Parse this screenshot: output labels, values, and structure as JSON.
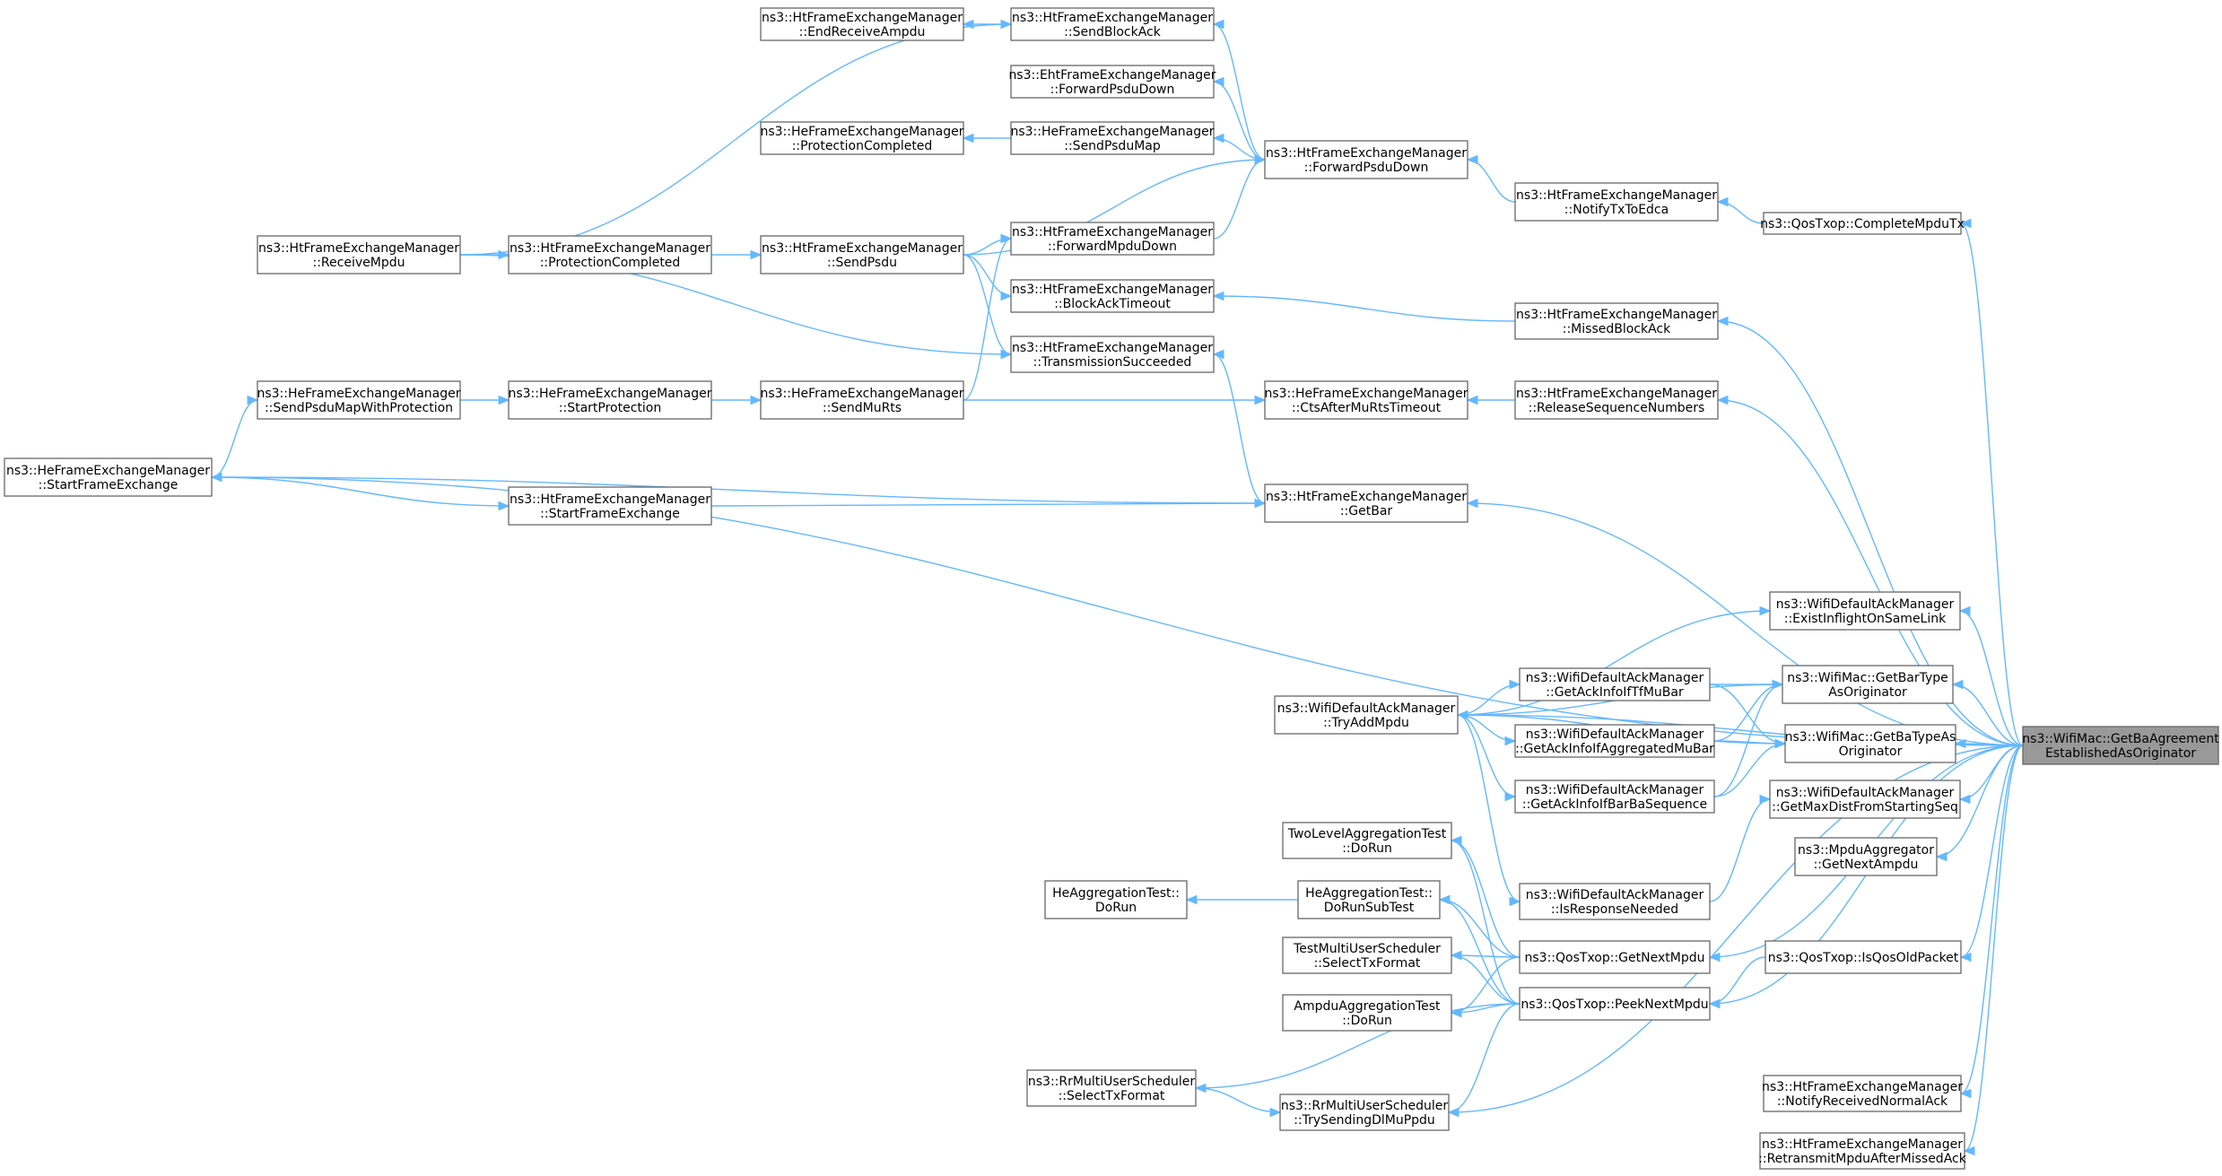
{
  "nodes": [
    {
      "id": "t",
      "lines": [
        "ns3::WifiMac::GetBaAgreement",
        "EstablishedAsOriginator"
      ],
      "target": true
    },
    {
      "id": "a1",
      "lines": [
        "ns3::HtFrameExchangeManager",
        "::EndReceiveAmpdu"
      ]
    },
    {
      "id": "a2",
      "lines": [
        "ns3::HtFrameExchangeManager",
        "::SendBlockAck"
      ]
    },
    {
      "id": "a3",
      "lines": [
        "ns3::EhtFrameExchangeManager",
        "::ForwardPsduDown"
      ]
    },
    {
      "id": "a4",
      "lines": [
        "ns3::HeFrameExchangeManager",
        "::ProtectionCompleted"
      ]
    },
    {
      "id": "a5",
      "lines": [
        "ns3::HeFrameExchangeManager",
        "::SendPsduMap"
      ]
    },
    {
      "id": "a6",
      "lines": [
        "ns3::HtFrameExchangeManager",
        "::ForwardPsduDown"
      ]
    },
    {
      "id": "a7",
      "lines": [
        "ns3::HtFrameExchangeManager",
        "::NotifyTxToEdca"
      ]
    },
    {
      "id": "a8",
      "lines": [
        "ns3::QosTxop::CompleteMpduTx"
      ]
    },
    {
      "id": "a9",
      "lines": [
        "ns3::HtFrameExchangeManager",
        "::ReceiveMpdu"
      ]
    },
    {
      "id": "a10",
      "lines": [
        "ns3::HtFrameExchangeManager",
        "::ProtectionCompleted"
      ]
    },
    {
      "id": "a11",
      "lines": [
        "ns3::HtFrameExchangeManager",
        "::SendPsdu"
      ]
    },
    {
      "id": "a12",
      "lines": [
        "ns3::HtFrameExchangeManager",
        "::ForwardMpduDown"
      ]
    },
    {
      "id": "a13",
      "lines": [
        "ns3::HtFrameExchangeManager",
        "::BlockAckTimeout"
      ]
    },
    {
      "id": "a14",
      "lines": [
        "ns3::HtFrameExchangeManager",
        "::MissedBlockAck"
      ]
    },
    {
      "id": "a15",
      "lines": [
        "ns3::HtFrameExchangeManager",
        "::TransmissionSucceeded"
      ]
    },
    {
      "id": "a16",
      "lines": [
        "ns3::HeFrameExchangeManager",
        "::SendPsduMapWithProtection"
      ]
    },
    {
      "id": "a17",
      "lines": [
        "ns3::HeFrameExchangeManager",
        "::StartProtection"
      ]
    },
    {
      "id": "a18",
      "lines": [
        "ns3::HeFrameExchangeManager",
        "::SendMuRts"
      ]
    },
    {
      "id": "a19",
      "lines": [
        "ns3::HeFrameExchangeManager",
        "::CtsAfterMuRtsTimeout"
      ]
    },
    {
      "id": "a20",
      "lines": [
        "ns3::HtFrameExchangeManager",
        "::ReleaseSequenceNumbers"
      ]
    },
    {
      "id": "a21",
      "lines": [
        "ns3::HeFrameExchangeManager",
        "::StartFrameExchange"
      ]
    },
    {
      "id": "a22",
      "lines": [
        "ns3::HtFrameExchangeManager",
        "::StartFrameExchange"
      ]
    },
    {
      "id": "a23",
      "lines": [
        "ns3::HtFrameExchangeManager",
        "::GetBar"
      ]
    },
    {
      "id": "b1",
      "lines": [
        "ns3::WifiDefaultAckManager",
        "::ExistInflightOnSameLink"
      ]
    },
    {
      "id": "b2",
      "lines": [
        "ns3::WifiMac::GetBarType",
        "AsOriginator"
      ]
    },
    {
      "id": "b3",
      "lines": [
        "ns3::WifiDefaultAckManager",
        "::GetAckInfoIfTfMuBar"
      ]
    },
    {
      "id": "b4",
      "lines": [
        "ns3::WifiDefaultAckManager",
        "::TryAddMpdu"
      ]
    },
    {
      "id": "b5",
      "lines": [
        "ns3::WifiDefaultAckManager",
        "::GetAckInfoIfAggregatedMuBar"
      ]
    },
    {
      "id": "b6",
      "lines": [
        "ns3::WifiMac::GetBaTypeAs",
        "Originator"
      ]
    },
    {
      "id": "b7",
      "lines": [
        "ns3::WifiDefaultAckManager",
        "::GetAckInfoIfBarBaSequence"
      ]
    },
    {
      "id": "b8",
      "lines": [
        "ns3::WifiDefaultAckManager",
        "::GetMaxDistFromStartingSeq"
      ]
    },
    {
      "id": "b9",
      "lines": [
        "ns3::MpduAggregator",
        "::GetNextAmpdu"
      ]
    },
    {
      "id": "c1",
      "lines": [
        "TwoLevelAggregationTest",
        "::DoRun"
      ]
    },
    {
      "id": "c2",
      "lines": [
        "ns3::WifiDefaultAckManager",
        "::IsResponseNeeded"
      ]
    },
    {
      "id": "c3",
      "lines": [
        "HeAggregationTest::",
        "DoRun"
      ]
    },
    {
      "id": "c4",
      "lines": [
        "HeAggregationTest::",
        "DoRunSubTest"
      ]
    },
    {
      "id": "c5",
      "lines": [
        "ns3::QosTxop::GetNextMpdu"
      ]
    },
    {
      "id": "c6",
      "lines": [
        "TestMultiUserScheduler",
        "::SelectTxFormat"
      ]
    },
    {
      "id": "c7",
      "lines": [
        "ns3::QosTxop::IsQosOldPacket"
      ]
    },
    {
      "id": "c8",
      "lines": [
        "AmpduAggregationTest",
        "::DoRun"
      ]
    },
    {
      "id": "c9",
      "lines": [
        "ns3::QosTxop::PeekNextMpdu"
      ]
    },
    {
      "id": "c10",
      "lines": [
        "ns3::RrMultiUserScheduler",
        "::SelectTxFormat"
      ]
    },
    {
      "id": "c11",
      "lines": [
        "ns3::RrMultiUserScheduler",
        "::TrySendingDlMuPpdu"
      ]
    },
    {
      "id": "c12",
      "lines": [
        "ns3::HtFrameExchangeManager",
        "::NotifyReceivedNormalAck"
      ]
    },
    {
      "id": "c13",
      "lines": [
        "ns3::HtFrameExchangeManager",
        "::RetransmitMpduAfterMissedAck"
      ]
    }
  ],
  "edges": [
    [
      "a1",
      "a2"
    ],
    [
      "a2",
      "a9"
    ],
    [
      "a2",
      "a6"
    ],
    [
      "a3",
      "a6"
    ],
    [
      "a4",
      "a5"
    ],
    [
      "a5",
      "a6"
    ],
    [
      "a6",
      "a11"
    ],
    [
      "a6",
      "a12"
    ],
    [
      "a6",
      "a7"
    ],
    [
      "a7",
      "a8"
    ],
    [
      "a8",
      "t"
    ],
    [
      "a10",
      "a9"
    ],
    [
      "a11",
      "a10"
    ],
    [
      "a12",
      "a11"
    ],
    [
      "a12",
      "a18"
    ],
    [
      "a13",
      "a11"
    ],
    [
      "a13",
      "a14"
    ],
    [
      "a14",
      "t"
    ],
    [
      "a15",
      "a11"
    ],
    [
      "a15",
      "a9"
    ],
    [
      "a15",
      "a23"
    ],
    [
      "a16",
      "a21"
    ],
    [
      "a17",
      "a16"
    ],
    [
      "a18",
      "a17"
    ],
    [
      "a19",
      "a18"
    ],
    [
      "a19",
      "a20"
    ],
    [
      "a20",
      "t"
    ],
    [
      "a21",
      "t"
    ],
    [
      "a22",
      "a21"
    ],
    [
      "a23",
      "a22"
    ],
    [
      "a23",
      "a21"
    ],
    [
      "a23",
      "t"
    ],
    [
      "b1",
      "b4"
    ],
    [
      "b1",
      "t"
    ],
    [
      "b2",
      "b3"
    ],
    [
      "b2",
      "b4"
    ],
    [
      "b2",
      "b5"
    ],
    [
      "b2",
      "b7"
    ],
    [
      "b2",
      "t"
    ],
    [
      "b3",
      "b4"
    ],
    [
      "b5",
      "b4"
    ],
    [
      "b6",
      "b3"
    ],
    [
      "b6",
      "b5"
    ],
    [
      "b6",
      "b7"
    ],
    [
      "b6",
      "b4"
    ],
    [
      "b6",
      "t"
    ],
    [
      "b7",
      "b4"
    ],
    [
      "b8",
      "c2"
    ],
    [
      "b8",
      "t"
    ],
    [
      "b9",
      "t"
    ],
    [
      "c2",
      "b4"
    ],
    [
      "b4",
      "t"
    ],
    [
      "c3",
      "c4"
    ],
    [
      "c1",
      "c5"
    ],
    [
      "c1",
      "c9"
    ],
    [
      "c4",
      "c5"
    ],
    [
      "c4",
      "c9"
    ],
    [
      "c6",
      "c5"
    ],
    [
      "c6",
      "c9"
    ],
    [
      "c8",
      "c5"
    ],
    [
      "c8",
      "c9"
    ],
    [
      "c10",
      "c9"
    ],
    [
      "c11",
      "c10"
    ],
    [
      "c11",
      "c9"
    ],
    [
      "c11",
      "t"
    ],
    [
      "c5",
      "t"
    ],
    [
      "c9",
      "c7"
    ],
    [
      "c7",
      "t"
    ],
    [
      "c9",
      "t"
    ],
    [
      "c12",
      "t"
    ],
    [
      "c13",
      "t"
    ]
  ]
}
